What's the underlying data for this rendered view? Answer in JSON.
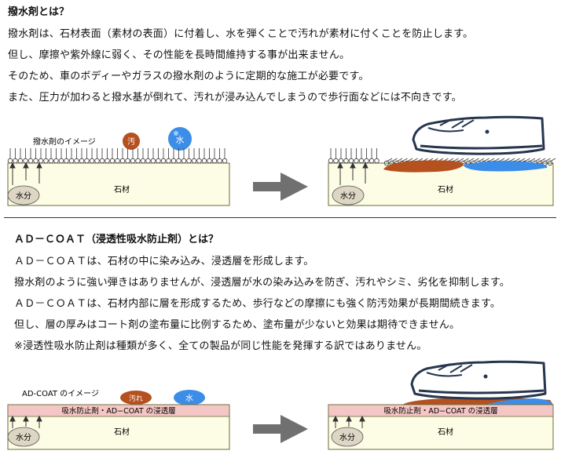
{
  "section1": {
    "title": "撥水剤とは？",
    "lines": [
      "撥水剤は、石材表面（素材の表面）に付着し、水を弾くことで汚れが素材に付くことを防止します。",
      "但し、摩擦や紫外線に弱く、その性能を長時間維持する事が出来ません。",
      "そのため、車のボディーやガラスの撥水剤のように定期的な施工が必要です。",
      "また、圧力が加わると撥水基が倒れて、汚れが浸み込んでしまうので歩行面などには不向きです。"
    ],
    "diagram": {
      "image_label": "撥水剤のイメージ",
      "dirt_label": "汚",
      "water_label": "水",
      "moisture_label": "水分",
      "stone_label": "石材"
    }
  },
  "section2": {
    "title": "ＡＤ－ＣＯＡＴ（浸透性吸水防止剤）とは？",
    "lines": [
      "ＡＤ－ＣＯＡＴは、石材の中に染み込み、浸透層を形成します。",
      "撥水剤のように強い弾きはありませんが、浸透層が水の染み込みを防ぎ、汚れやシミ、劣化を抑制します。",
      "ＡＤ－ＣＯＡＴは、石材内部に層を形成するため、歩行などの摩擦にも強く防汚効果が長期間続きます。",
      "但し、層の厚みはコート剤の塗布量に比例するため、塗布量が少ないと効果は期待できません。",
      "※浸透性吸水防止剤は種類が多く、全ての製品が同じ性能を発揮する訳ではありません。"
    ],
    "diagram": {
      "image_label": "AD-COAT のイメージ",
      "dirt_label": "汚れ",
      "water_label": "水",
      "layer_label": "吸水防止剤・AD−COAT の浸透層",
      "moisture_label": "水分",
      "stone_label": "石材"
    }
  },
  "colors": {
    "stone_fill": "#fdfde6",
    "stone_border": "#6b6a3a",
    "dirt": "#b5501f",
    "water": "#3b8de8",
    "moisture": "#ddd6c4",
    "layer_fill": "#f4c6c4",
    "arrow": "#707070",
    "shoe": "#26364d",
    "moss": "#5d7a4a"
  }
}
